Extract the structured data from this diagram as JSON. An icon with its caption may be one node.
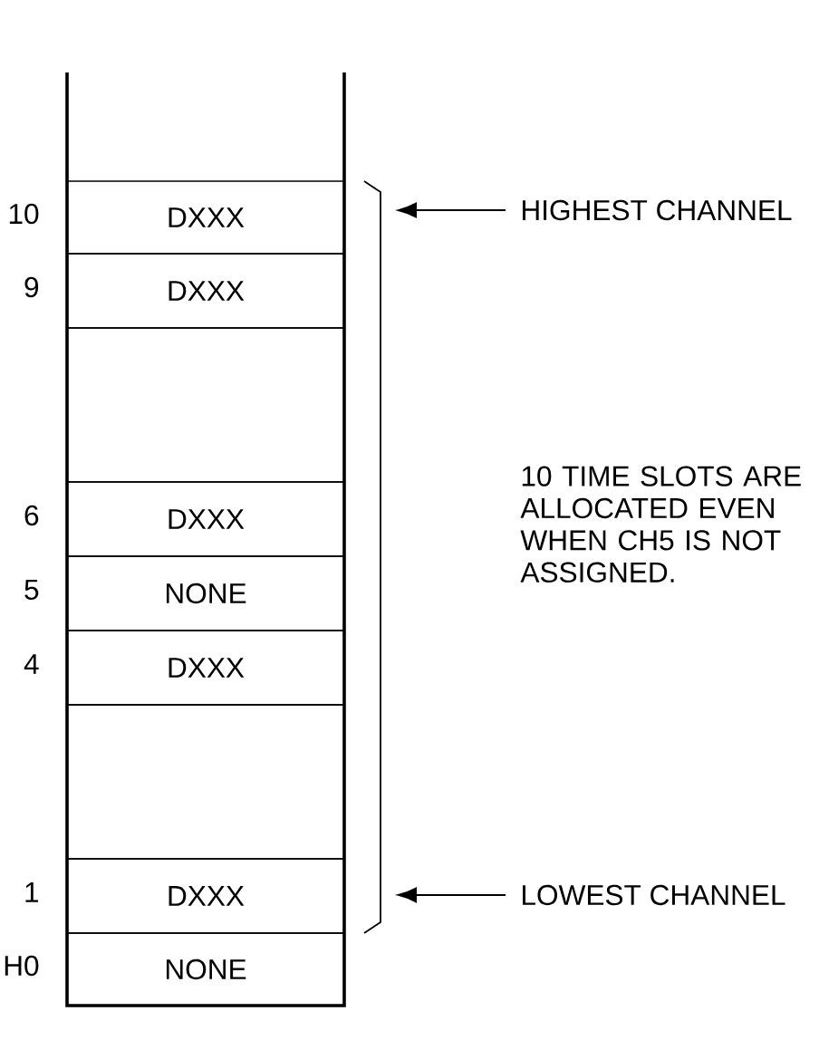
{
  "diagram": {
    "nodes": [
      {
        "text": [],
        "shape": "box"
      },
      {
        "text": [
          "DXXX"
        ],
        "beside": [
          "10"
        ],
        "in": 0
      },
      {
        "text": [
          "DXXX"
        ],
        "beside": [
          "9"
        ],
        "in": 0
      },
      {
        "text": [],
        "shape": "box",
        "in": 0
      },
      {
        "text": [
          "DXXX"
        ],
        "beside": [
          "6"
        ],
        "in": 0
      },
      {
        "text": [
          "NONE"
        ],
        "beside": [
          "5"
        ],
        "in": 0
      },
      {
        "text": [
          "DXXX"
        ],
        "beside": [
          "4"
        ],
        "in": 0
      },
      {
        "text": [],
        "shape": "box",
        "in": 0
      },
      {
        "text": [
          "DXXX"
        ],
        "beside": [
          "1"
        ],
        "in": 0
      },
      {
        "text": [
          "NONE"
        ],
        "beside": [
          "H0"
        ],
        "in": 0
      },
      {
        "text": [
          "HIGHEST CHANNEL"
        ]
      },
      {
        "text": [
          "LOWEST CHANNEL"
        ]
      }
    ],
    "edges": [
      {
        "from": 10,
        "to": null,
        "arrow": "to"
      },
      {
        "from": 11,
        "to": null,
        "arrow": "to"
      }
    ],
    "labels": [
      "10 TIME SLOTS ARE ALLOCATED EVEN WHEN CH5 IS NOT ASSIGNED."
    ]
  }
}
